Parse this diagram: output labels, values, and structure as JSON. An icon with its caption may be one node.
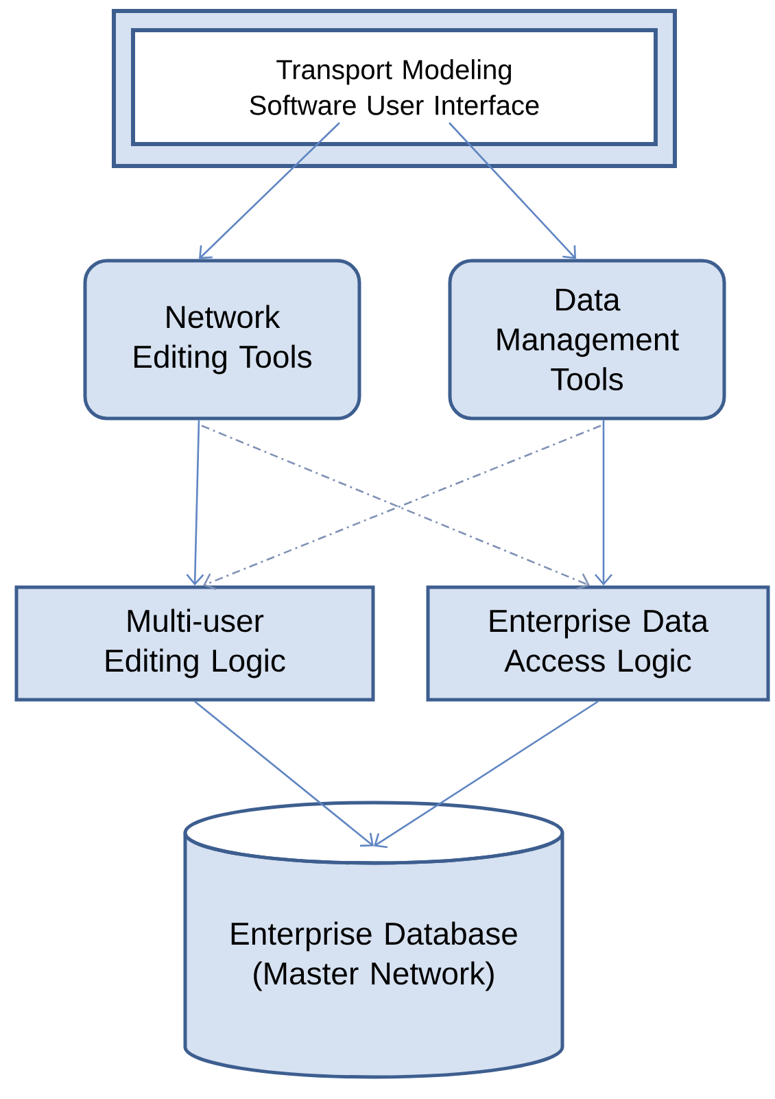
{
  "diagram": {
    "nodes": [
      {
        "text": [
          "Transport Modeling Software User Interface"
        ]
      },
      {
        "text": [
          "Network Editing Tools"
        ]
      },
      {
        "text": [
          "Data Management Tools"
        ]
      },
      {
        "text": [
          "Multi-user Editing Logic"
        ]
      },
      {
        "text": [
          "Enterprise Data Access Logic"
        ]
      },
      {
        "text": [
          "Enterprise Database (Master Network)"
        ]
      }
    ],
    "edges": [
      {
        "from": 0,
        "to": 1,
        "arrow": "to"
      },
      {
        "from": 0,
        "to": 2,
        "arrow": "to"
      },
      {
        "from": 1,
        "to": 3,
        "arrow": "to"
      },
      {
        "from": 2,
        "to": 4,
        "arrow": "to"
      },
      {
        "from": 1,
        "to": 4,
        "arrow": "to",
        "style": "dashed",
        "color": "#8091b5"
      },
      {
        "from": 2,
        "to": 3,
        "arrow": "to",
        "style": "dashed",
        "color": "#8091b5"
      },
      {
        "from": 3,
        "to": 5,
        "arrow": "to"
      },
      {
        "from": 4,
        "to": 5,
        "arrow": "to"
      }
    ]
  }
}
